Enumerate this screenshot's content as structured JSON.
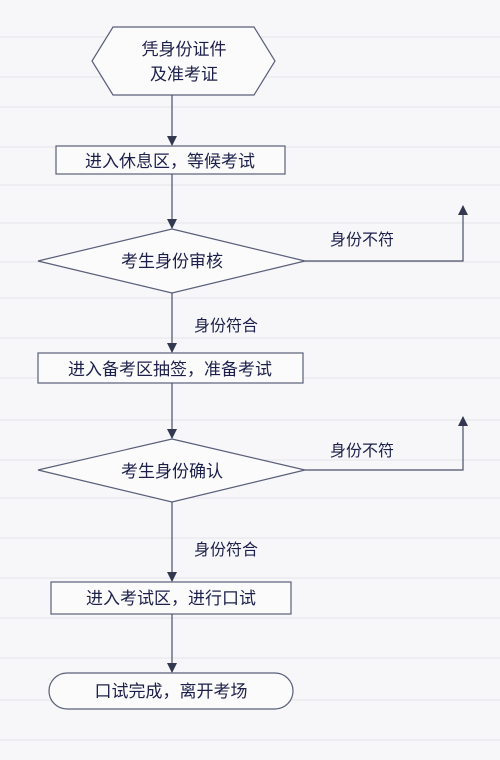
{
  "nodes": {
    "start": {
      "line1": "凭身份证件",
      "line2": "及准考证"
    },
    "waiting_room": "进入休息区，等候考试",
    "identity_review": "考生身份审核",
    "prep_area": "进入备考区抽签，准备考试",
    "identity_confirm": "考生身份确认",
    "exam_area": "进入考试区，进行口试",
    "end": "口试完成，离开考场"
  },
  "edges": {
    "review_pass": "身份符合",
    "review_fail": "身份不符",
    "confirm_pass": "身份符合",
    "confirm_fail": "身份不符"
  },
  "colors": {
    "stroke": "#5a5f7a",
    "text": "#1c1f4a",
    "arrow": "#333850",
    "background": "#f7f7f9"
  }
}
